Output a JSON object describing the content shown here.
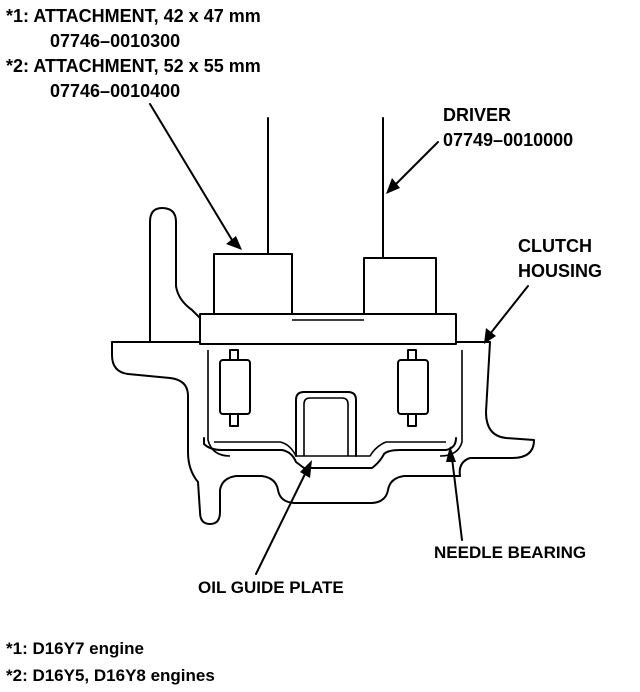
{
  "callouts": {
    "attachment_1": {
      "title": "*1: ATTACHMENT, 42 x 47 mm",
      "part_no": "07746–0010300"
    },
    "attachment_2": {
      "title": "*2: ATTACHMENT, 52 x 55 mm",
      "part_no": "07746–0010400"
    },
    "driver": {
      "title": "DRIVER",
      "part_no": "07749–0010000"
    },
    "clutch_housing": {
      "line1": "CLUTCH",
      "line2": "HOUSING"
    },
    "needle_bearing": "NEEDLE BEARING",
    "oil_guide_plate": "OIL GUIDE PLATE"
  },
  "footnotes": {
    "note_1": "*1: D16Y7 engine",
    "note_2": "*2: D16Y5, D16Y8 engines"
  }
}
